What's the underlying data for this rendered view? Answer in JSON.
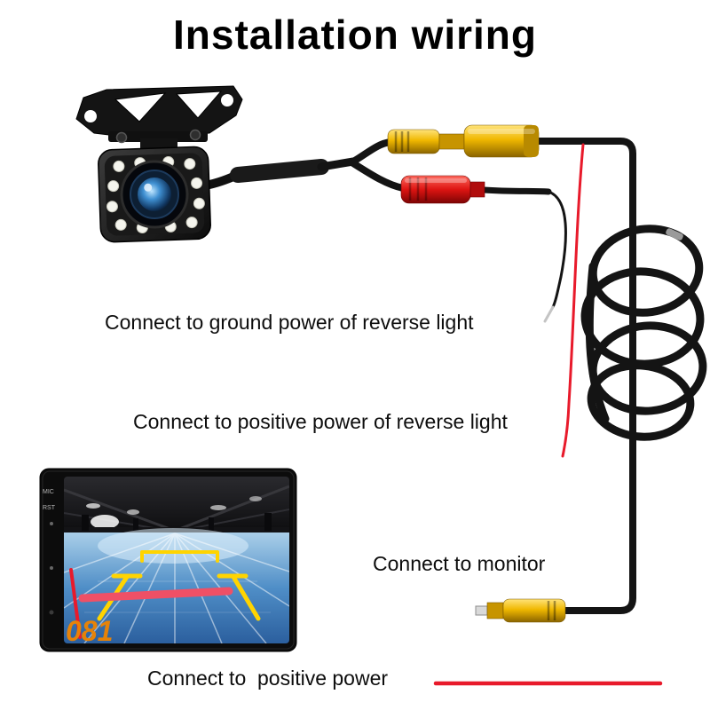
{
  "page": {
    "title": "Installation wiring",
    "background": "#ffffff"
  },
  "labels": {
    "ground": "Connect to ground power of reverse light",
    "positive_reverse": "Connect to positive power of reverse light",
    "monitor": "Connect to monitor",
    "positive_power": "Connect to  positive power"
  },
  "monitor": {
    "bezel_labels": [
      "MIC",
      "RST"
    ],
    "screen_overlay_text": "081"
  },
  "camera": {
    "led_count": 12
  },
  "connectors": {
    "video_male": "yellow-rca-male",
    "video_female": "yellow-rca-female",
    "power_plug": "red-rca-plug",
    "monitor_plug": "yellow-rca-male"
  },
  "colors": {
    "rca_yellow": "#f0b800",
    "rca_red": "#dd1412",
    "wire_black": "#141414",
    "wire_red": "#e81a2b",
    "guide_yellow": "#ffd400",
    "guide_red": "#ef5066",
    "screen_blue": "#4f8ec7"
  }
}
